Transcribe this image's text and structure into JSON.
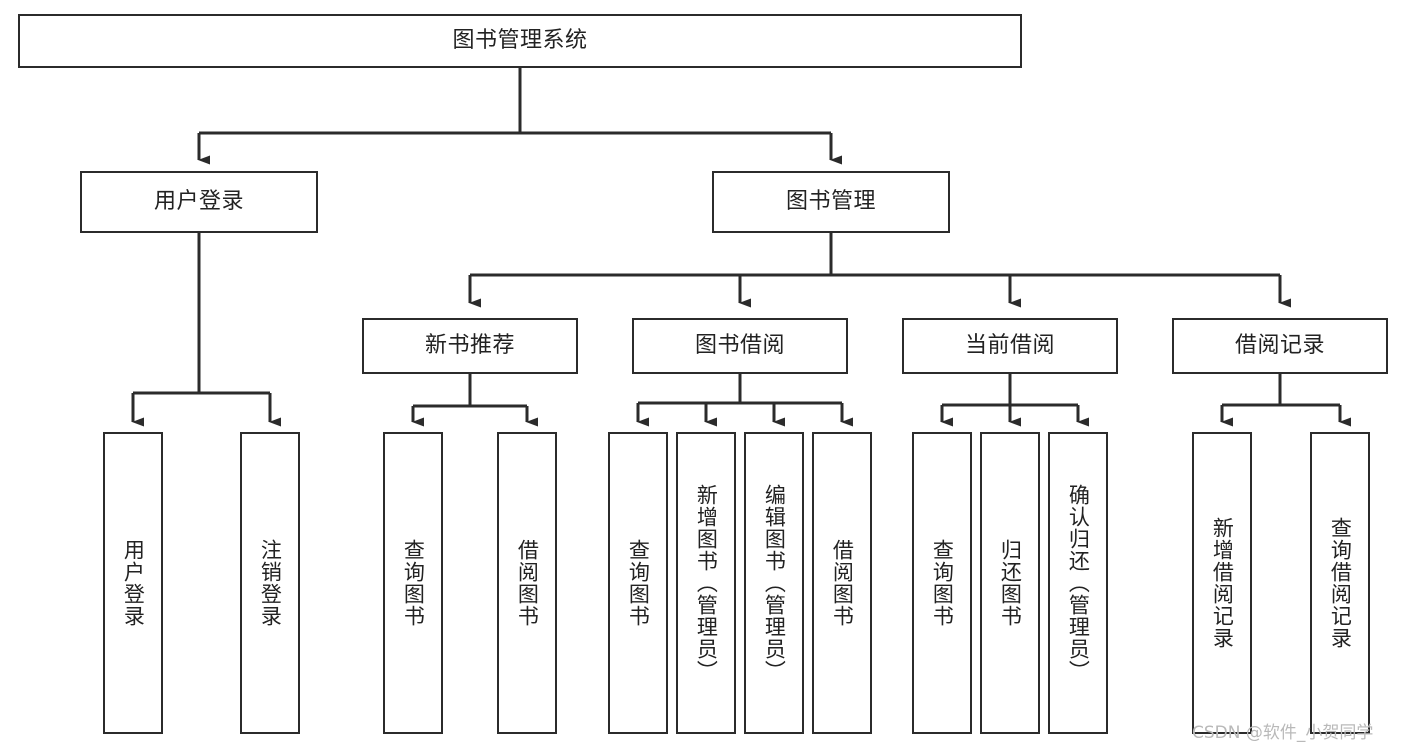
{
  "diagram": {
    "title": "图书管理系统",
    "watermark": "CSDN @软件_小贺同学",
    "stroke_color": "#2b2b2b",
    "background_color": "#ffffff",
    "text_color": "#222222",
    "levels": {
      "root": {
        "label": "图书管理系统"
      },
      "level2": [
        {
          "label": "用户登录"
        },
        {
          "label": "图书管理"
        }
      ],
      "level3": [
        {
          "label": "新书推荐"
        },
        {
          "label": "图书借阅"
        },
        {
          "label": "当前借阅"
        },
        {
          "label": "借阅记录"
        }
      ],
      "leaves": [
        {
          "label": "用户登录",
          "parent": "用户登录"
        },
        {
          "label": "注销登录",
          "parent": "用户登录"
        },
        {
          "label": "查询图书",
          "parent": "新书推荐"
        },
        {
          "label": "借阅图书",
          "parent": "新书推荐"
        },
        {
          "label": "查询图书",
          "parent": "图书借阅"
        },
        {
          "label": "新增图书（管理员）",
          "parent": "图书借阅"
        },
        {
          "label": "编辑图书（管理员）",
          "parent": "图书借阅"
        },
        {
          "label": "借阅图书",
          "parent": "图书借阅"
        },
        {
          "label": "查询图书",
          "parent": "当前借阅"
        },
        {
          "label": "归还图书",
          "parent": "当前借阅"
        },
        {
          "label": "确认归还（管理员）",
          "parent": "当前借阅"
        },
        {
          "label": "新增借阅记录",
          "parent": "借阅记录"
        },
        {
          "label": "查询借阅记录",
          "parent": "借阅记录"
        }
      ]
    }
  }
}
